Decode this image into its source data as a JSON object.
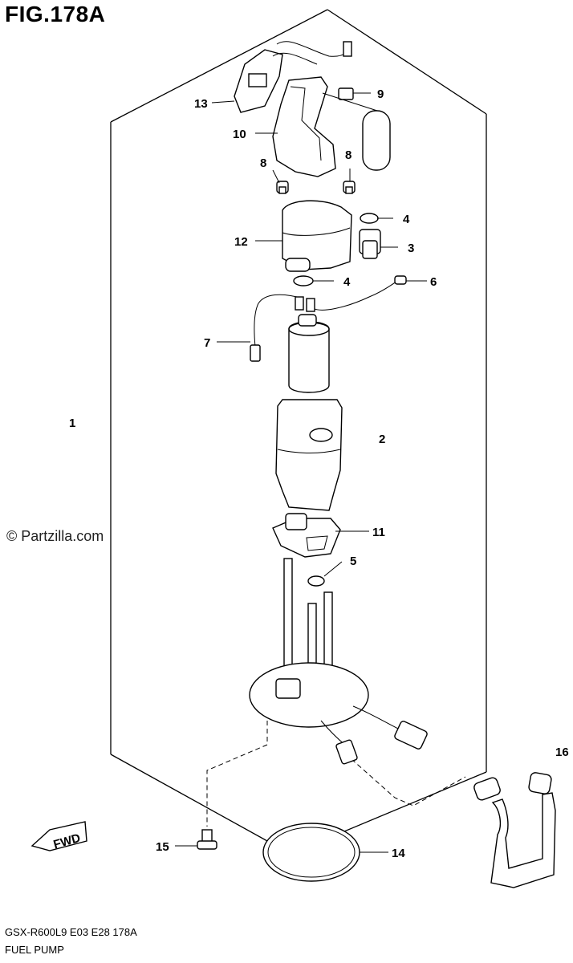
{
  "figure": {
    "title": "FIG.178A",
    "copyright": "© Partzilla.com",
    "model_code": "GSX-R600L9  E03  E28  178A",
    "section_name": "FUEL PUMP",
    "fwd_label": "FWD"
  },
  "callouts": [
    {
      "id": "1",
      "label": "1"
    },
    {
      "id": "2",
      "label": "2"
    },
    {
      "id": "3",
      "label": "3"
    },
    {
      "id": "4a",
      "label": "4"
    },
    {
      "id": "4b",
      "label": "4"
    },
    {
      "id": "5",
      "label": "5"
    },
    {
      "id": "6",
      "label": "6"
    },
    {
      "id": "7",
      "label": "7"
    },
    {
      "id": "8a",
      "label": "8"
    },
    {
      "id": "8b",
      "label": "8"
    },
    {
      "id": "9",
      "label": "9"
    },
    {
      "id": "10",
      "label": "10"
    },
    {
      "id": "11",
      "label": "11"
    },
    {
      "id": "12",
      "label": "12"
    },
    {
      "id": "13",
      "label": "13"
    },
    {
      "id": "14",
      "label": "14"
    },
    {
      "id": "15",
      "label": "15"
    },
    {
      "id": "16",
      "label": "16"
    }
  ]
}
